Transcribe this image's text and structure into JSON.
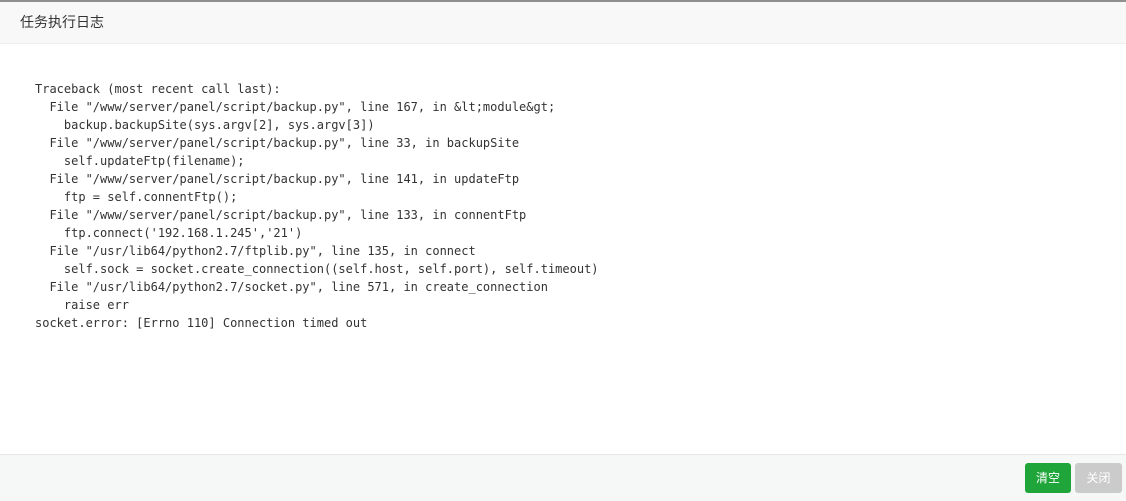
{
  "dialog": {
    "title": "任务执行日志"
  },
  "log": {
    "text": "Traceback (most recent call last):\n  File \"/www/server/panel/script/backup.py\", line 167, in &lt;module&gt;\n    backup.backupSite(sys.argv[2], sys.argv[3])\n  File \"/www/server/panel/script/backup.py\", line 33, in backupSite\n    self.updateFtp(filename);\n  File \"/www/server/panel/script/backup.py\", line 141, in updateFtp\n    ftp = self.connentFtp();\n  File \"/www/server/panel/script/backup.py\", line 133, in connentFtp\n    ftp.connect('192.168.1.245','21')\n  File \"/usr/lib64/python2.7/ftplib.py\", line 135, in connect\n    self.sock = socket.create_connection((self.host, self.port), self.timeout)\n  File \"/usr/lib64/python2.7/socket.py\", line 571, in create_connection\n    raise err\nsocket.error: [Errno 110] Connection timed out"
  },
  "footer": {
    "clear_label": "清空",
    "close_label": "关闭"
  },
  "colors": {
    "primary_button": "#20a53a",
    "disabled_button": "#cbcbcb"
  }
}
